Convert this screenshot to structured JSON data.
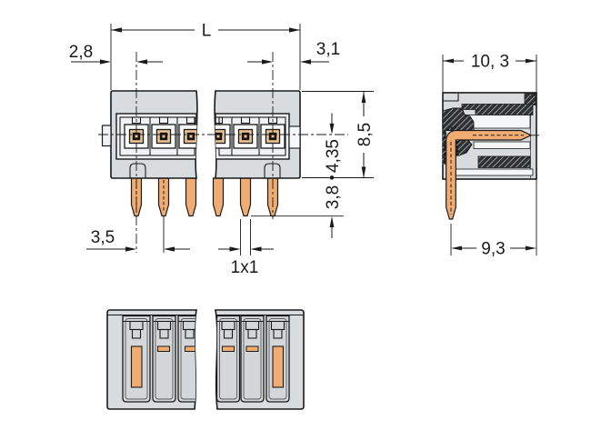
{
  "drawing": {
    "type": "connector pin header technical drawing",
    "views": 3,
    "pins_per_half_shown": 3
  },
  "dimensions": {
    "length": "L",
    "edge_to_first_pin": "2,8",
    "last_pin_to_edge": "3,1",
    "pin_pitch": "3,5",
    "pin_cross_section": "1x1",
    "body_height": "8,5",
    "center_to_bottom": "4,35",
    "pin_protrusion": "3,8",
    "side_depth": "10, 3",
    "pin_to_back": "9,3"
  },
  "colors": {
    "background": "#ffffff",
    "body_gray": "#d8dcde",
    "channel_gray": "#d3d7da",
    "recess_white": "#f4f6f7",
    "copper": "#f1ac72",
    "socket_tan": "#e9c193",
    "contact_dark": "#17120c",
    "hatch_dark": "#2e3134",
    "hatch_light": "#cfd3d6",
    "line": "#1a1a1a"
  }
}
